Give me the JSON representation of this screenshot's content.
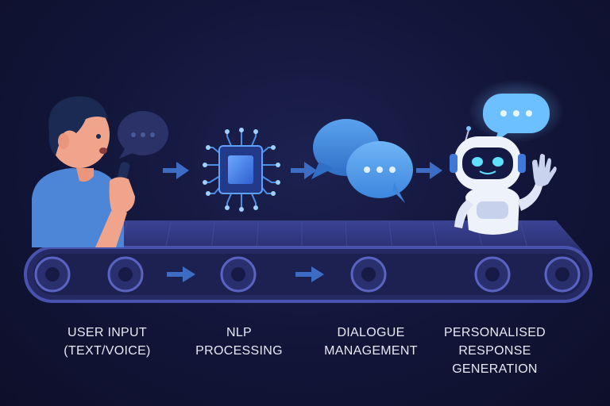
{
  "stages": [
    {
      "id": "user-input",
      "lines": [
        "USER INPUT",
        "(TEXT/VOICE)"
      ]
    },
    {
      "id": "nlp",
      "lines": [
        "NLP",
        "PROCESSING"
      ]
    },
    {
      "id": "dialogue",
      "lines": [
        "DIALOGUE",
        "MANAGEMENT"
      ]
    },
    {
      "id": "response",
      "lines": [
        "PERSONALISED",
        "RESPONSE",
        "GENERATION"
      ]
    }
  ],
  "colors": {
    "background": "#121538",
    "belt": "#2d3277",
    "accent_blue": "#4a9bf0",
    "glow": "#7fc4ff",
    "skin": "#f1a48c",
    "shirt": "#4d86d6",
    "hair": "#1a2a52"
  },
  "icons": [
    "user-speaking-icon",
    "microchip-icon",
    "chat-bubbles-icon",
    "robot-waving-icon",
    "arrow-right-icon"
  ]
}
